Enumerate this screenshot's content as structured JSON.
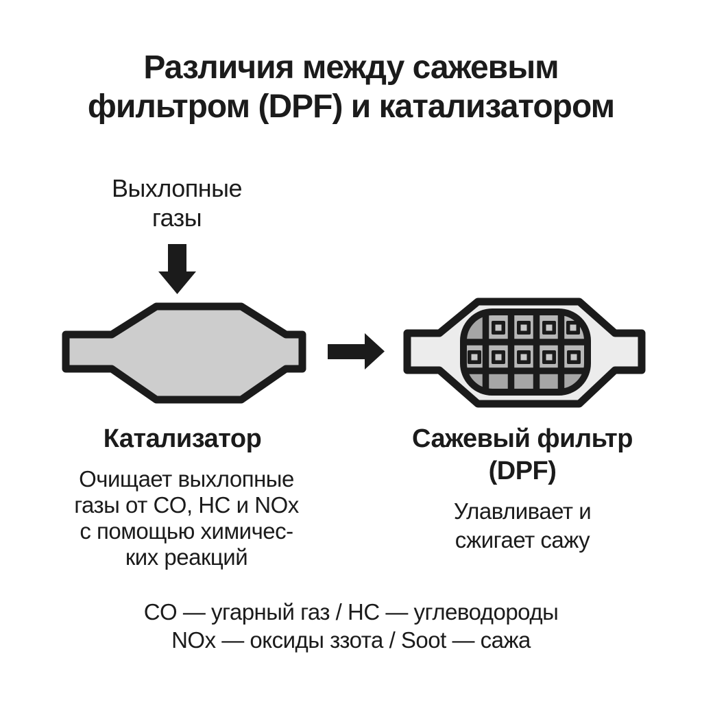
{
  "title": {
    "line1": "Различия между сажевым",
    "line2": "фильтром (DPF) и катализатором"
  },
  "exhaust_label": {
    "line1": "Выхлопные",
    "line2": "газы"
  },
  "catalyst": {
    "heading": "Катализатор",
    "desc_line1": "Очищает выхлопные",
    "desc_line2": "газы от CO, HC и NOx",
    "desc_line3": "с помощью химичес-",
    "desc_line4": "ких реакций"
  },
  "dpf": {
    "heading_line1": "Сажевый фильтр",
    "heading_line2": "(DPF)",
    "desc_line1": "Улавливает и",
    "desc_line2": "сжигает сажу"
  },
  "legend": {
    "line1": "CO — угарный газ / HC — углеводороды",
    "line2": "NOx — оксиды ззота / Soot — сажа"
  },
  "icons": {
    "down_arrow": "exhaust-flow-down-arrow",
    "right_arrow": "flow-right-arrow"
  },
  "colors": {
    "ink": "#1b1b1b",
    "left-body": "#cdcdcd",
    "right-body": "#ececec",
    "filter-fill": "#a6a6a6",
    "cell-bg": "#b7b7b7",
    "cell-dot": "#c9c9c9",
    "background": "#ffffff"
  }
}
